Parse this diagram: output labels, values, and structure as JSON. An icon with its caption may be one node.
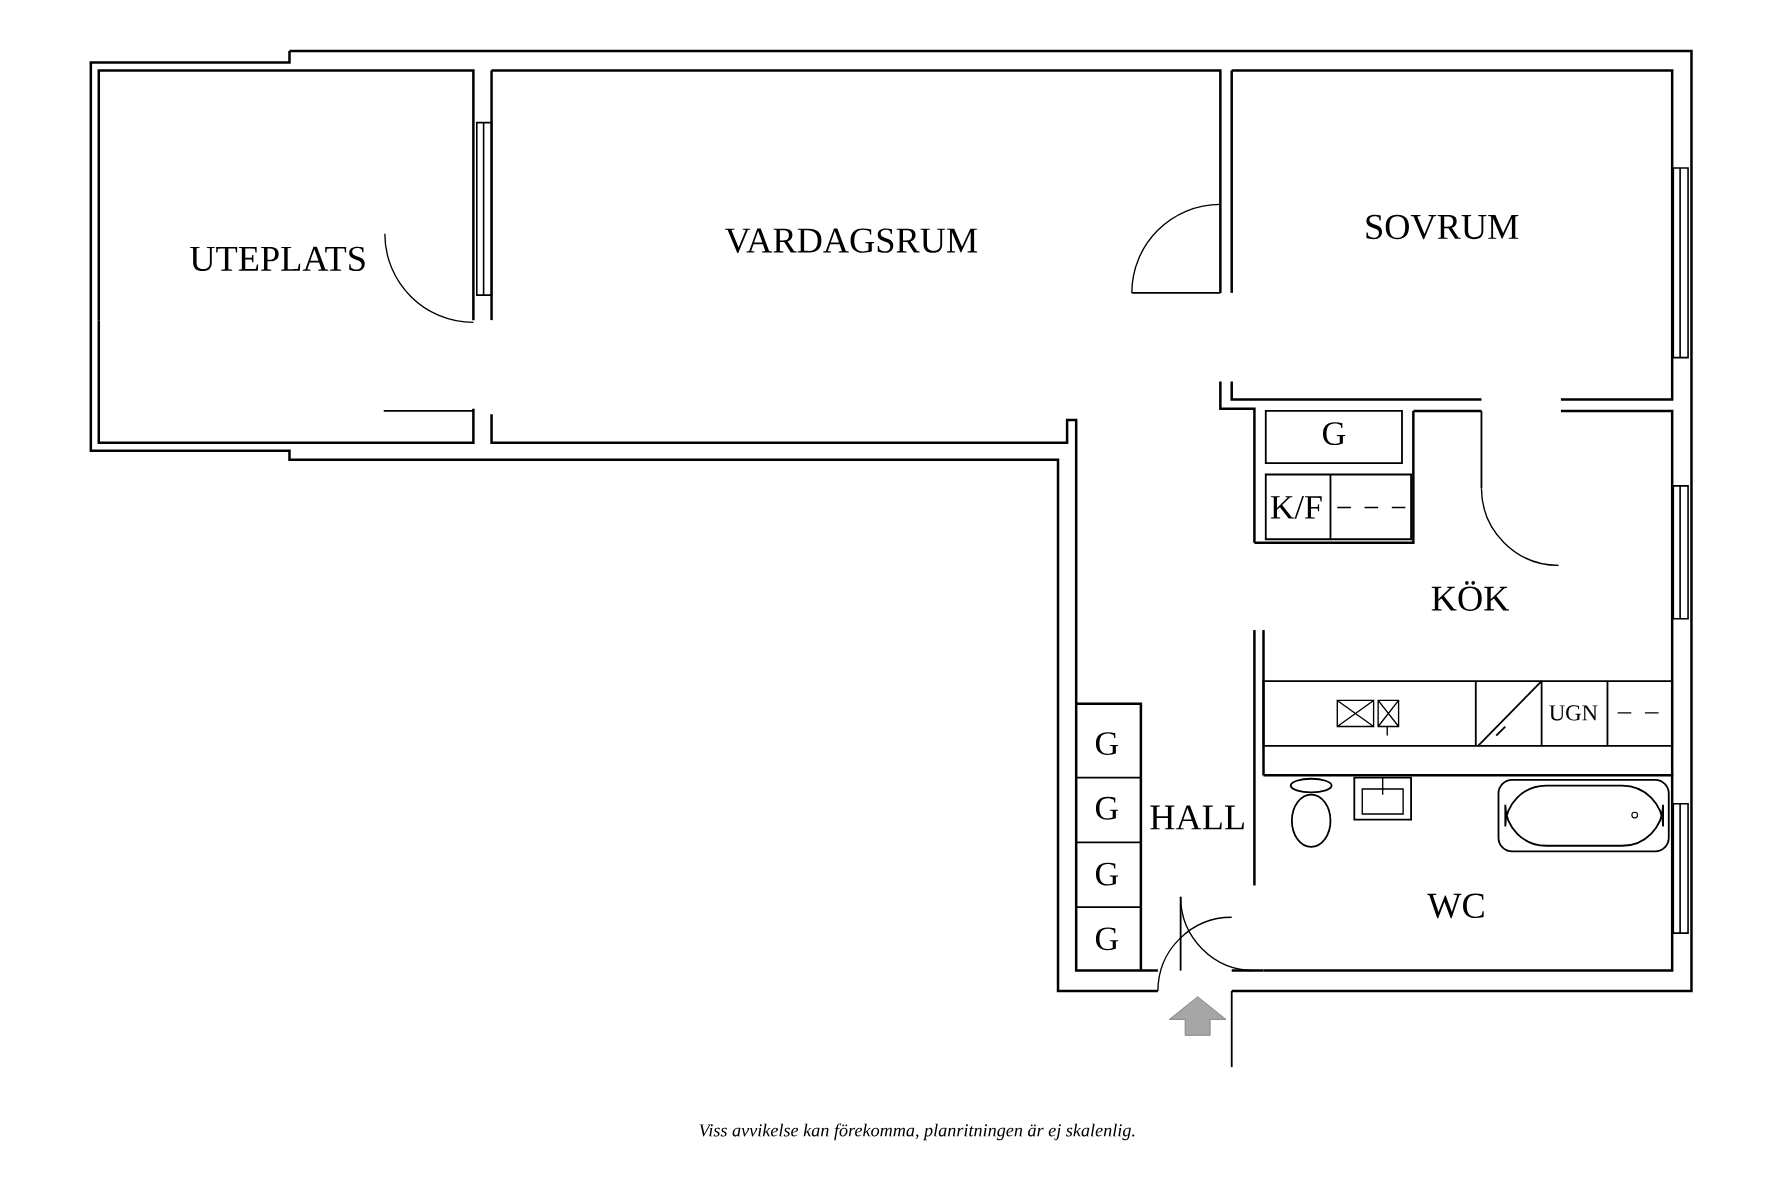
{
  "diagram": {
    "caption": "Viss avvikelse kan förekomma, planritningen är ej skalenlig.",
    "labels": [
      "UTEPLATS",
      "VARDAGSRUM",
      "SOVRUM",
      "G",
      "K/F",
      "KÖK",
      "UGN",
      "G",
      "G",
      "HALL",
      "G",
      "G",
      "WC"
    ]
  }
}
